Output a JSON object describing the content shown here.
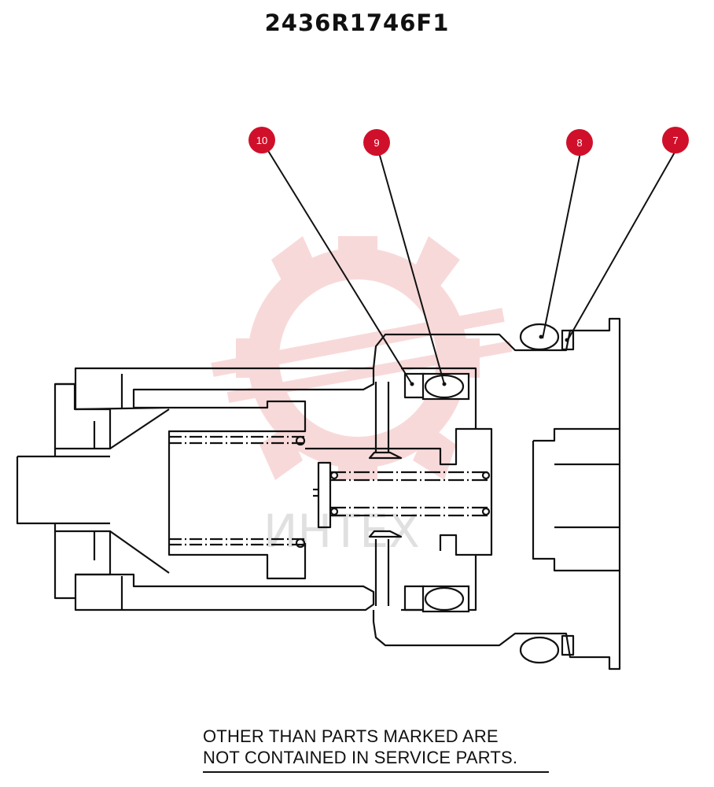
{
  "title": "2436R1746F1",
  "watermark": {
    "text": "ИНТЕХ",
    "color": "#e45858"
  },
  "callouts": [
    {
      "id": "10",
      "label": "10"
    },
    {
      "id": "9",
      "label": "9"
    },
    {
      "id": "8",
      "label": "8"
    },
    {
      "id": "7",
      "label": "7"
    }
  ],
  "callout_color": "#d0102a",
  "note": {
    "line1": "OTHER THAN PARTS MARKED ARE",
    "line2": "NOT CONTAINED IN SERVICE PARTS."
  }
}
